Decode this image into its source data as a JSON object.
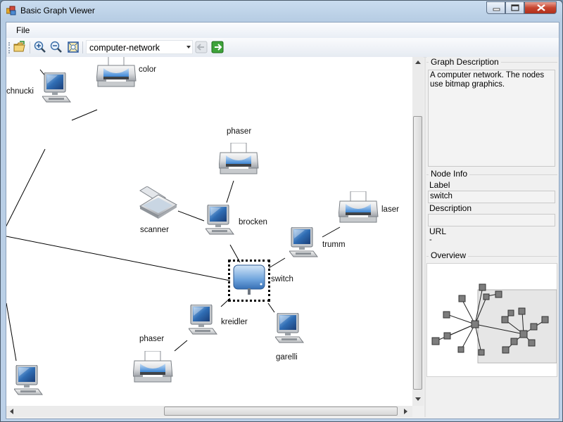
{
  "window": {
    "title": "Basic Graph Viewer"
  },
  "menu": {
    "file": "File"
  },
  "toolbar": {
    "graph_select": "computer-network"
  },
  "graph": {
    "nodes": {
      "schnucki": "chnucki",
      "color": "color",
      "phaser_top": "phaser",
      "scanner": "scanner",
      "brocken": "brocken",
      "laser": "laser",
      "trumm": "trumm",
      "switch": "switch",
      "kreidler": "kreidler",
      "garelli": "garelli",
      "phaser_bottom": "phaser"
    }
  },
  "side_panel": {
    "graph_description": {
      "title": "Graph Description",
      "text": "A computer network. The nodes use bitmap graphics."
    },
    "node_info": {
      "title": "Node Info",
      "label_caption": "Label",
      "label_value": "switch",
      "description_caption": "Description",
      "description_value": "",
      "url_caption": "URL",
      "url_value": "-"
    },
    "overview": {
      "title": "Overview"
    }
  }
}
